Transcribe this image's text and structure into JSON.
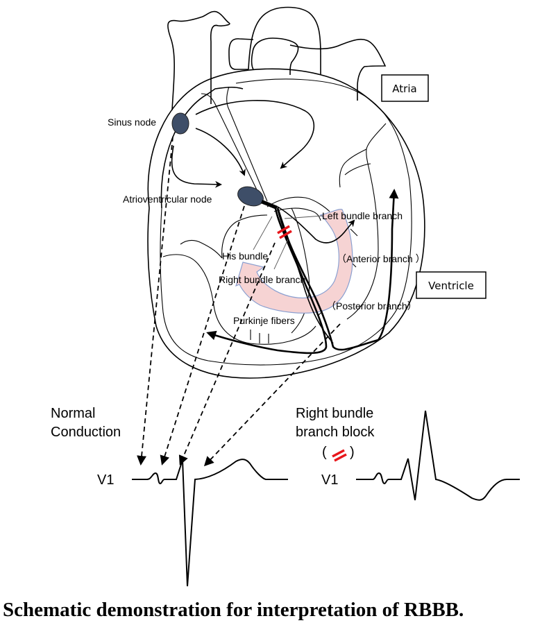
{
  "labels": {
    "atria": "Atria",
    "ventricle": "Ventricle",
    "sinus_node": "Sinus node",
    "av_node": "Atrioventricular node",
    "left_bundle_branch": "Left bundle branch",
    "anterior_branch": "（Anterior branch ）",
    "his_bundle": "His bundle",
    "right_bundle_branch": "Right bundle branch",
    "posterior_branch": "（Posterior branch）",
    "purkinje_fibers": "Purkinje fibers"
  },
  "normal": {
    "title_line1": "Normal",
    "title_line2": "Conduction",
    "lead": "V1"
  },
  "rbbb": {
    "title_line1": "Right bundle",
    "title_line2": "branch block",
    "legend_open": "(",
    "legend_close": ")",
    "lead": "V1"
  },
  "colors": {
    "node": "#3e4e68",
    "block_mark": "#e8161b",
    "arrow_fill": "#f6d3d3"
  },
  "caption": "Schematic demonstration for interpretation of RBBB."
}
